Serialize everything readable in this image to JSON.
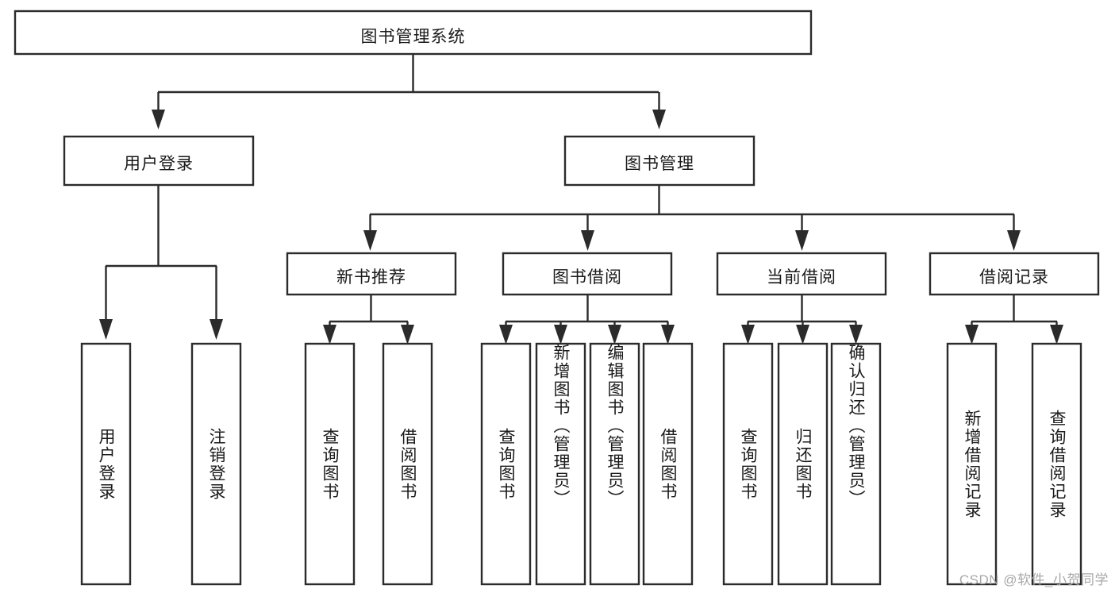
{
  "diagram": {
    "type": "tree-hierarchy-chart",
    "title": "图书管理系统",
    "background_color": "#ffffff",
    "line_color": "#2b2b2b",
    "text_color": "#1a1a1a",
    "root": {
      "label": "图书管理系统",
      "orientation": "horizontal"
    },
    "level2": [
      {
        "id": "user-login",
        "label": "用户登录",
        "orientation": "horizontal"
      },
      {
        "id": "book-manage",
        "label": "图书管理",
        "orientation": "horizontal"
      }
    ],
    "level3": [
      {
        "id": "new-book-recommend",
        "label": "新书推荐",
        "orientation": "horizontal",
        "parent": "book-manage"
      },
      {
        "id": "book-borrow",
        "label": "图书借阅",
        "orientation": "horizontal",
        "parent": "book-manage"
      },
      {
        "id": "current-borrow",
        "label": "当前借阅",
        "orientation": "horizontal",
        "parent": "book-manage"
      },
      {
        "id": "borrow-record",
        "label": "借阅记录",
        "orientation": "horizontal",
        "parent": "book-manage"
      }
    ],
    "leaves": [
      {
        "id": "leaf-user-login",
        "label": "用户登录",
        "parent": "user-login",
        "orientation": "vertical"
      },
      {
        "id": "leaf-logout-login",
        "label": "注销登录",
        "parent": "user-login",
        "orientation": "vertical"
      },
      {
        "id": "leaf-query-book-1",
        "label": "查询图书",
        "parent": "new-book-recommend",
        "orientation": "vertical"
      },
      {
        "id": "leaf-borrow-book-1",
        "label": "借阅图书",
        "parent": "new-book-recommend",
        "orientation": "vertical"
      },
      {
        "id": "leaf-query-book-2",
        "label": "查询图书",
        "parent": "book-borrow",
        "orientation": "vertical"
      },
      {
        "id": "leaf-add-book",
        "label": "新增图书（管理员）",
        "parent": "book-borrow",
        "orientation": "vertical"
      },
      {
        "id": "leaf-edit-book",
        "label": "编辑图书（管理员）",
        "parent": "book-borrow",
        "orientation": "vertical"
      },
      {
        "id": "leaf-borrow-book-2",
        "label": "借阅图书",
        "parent": "book-borrow",
        "orientation": "vertical"
      },
      {
        "id": "leaf-query-book-3",
        "label": "查询图书",
        "parent": "current-borrow",
        "orientation": "vertical"
      },
      {
        "id": "leaf-return-book",
        "label": "归还图书",
        "parent": "current-borrow",
        "orientation": "vertical"
      },
      {
        "id": "leaf-confirm-return",
        "label": "确认归还（管理员）",
        "parent": "current-borrow",
        "orientation": "vertical"
      },
      {
        "id": "leaf-add-record",
        "label": "新增借阅记录",
        "parent": "borrow-record",
        "orientation": "vertical"
      },
      {
        "id": "leaf-query-record",
        "label": "查询借阅记录",
        "parent": "borrow-record",
        "orientation": "vertical"
      }
    ]
  },
  "watermark": {
    "text": "CSDN @软件_小贺同学",
    "color": "#a8a8a8"
  }
}
